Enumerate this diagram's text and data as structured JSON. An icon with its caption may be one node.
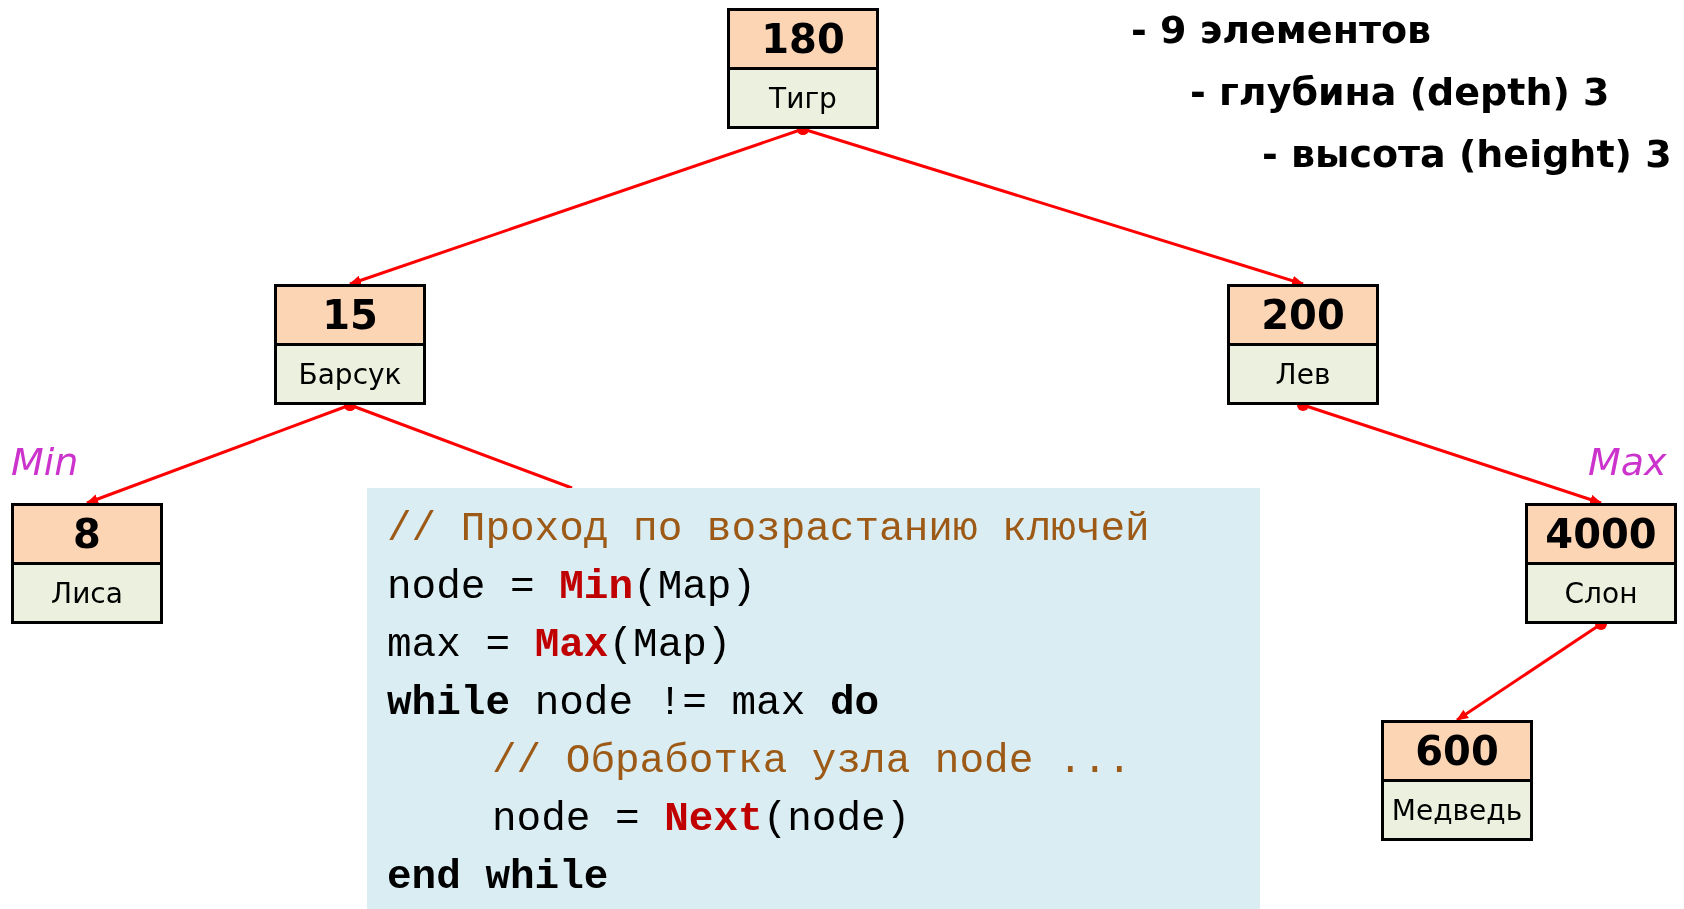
{
  "diagram": {
    "nodes": [
      {
        "text": [
          "180",
          "Тигр"
        ]
      },
      {
        "text": [
          "15",
          "Барсук"
        ]
      },
      {
        "text": [
          "200",
          "Лев"
        ]
      },
      {
        "text": [
          "8",
          "Лиса"
        ],
        "beside": [
          "Min"
        ]
      },
      {
        "text": [
          "4000",
          "Слон"
        ],
        "beside": [
          "Max"
        ]
      },
      {
        "text": [
          "600",
          "Медведь"
        ]
      },
      {
        "text": [
          "// Проход по возрастанию ключей",
          "node = *Min*(Map)",
          "max = *Max*(Map)",
          "**while** node != max **do**",
          "// Обработка узла node ...",
          "node = *Next*(node)",
          "**end while**"
        ]
      }
    ],
    "edges": [
      {
        "from": 0,
        "to": 1,
        "arrow": "to"
      },
      {
        "from": 0,
        "to": 2,
        "arrow": "to"
      },
      {
        "from": 1,
        "to": 3,
        "arrow": "to"
      },
      {
        "from": 1,
        "to": 6,
        "arrow": "other"
      },
      {
        "from": 2,
        "to": 4,
        "arrow": "to"
      },
      {
        "from": 4,
        "to": 5,
        "arrow": "to"
      }
    ],
    "labels": [
      "- 9 элементов",
      "- глубина (depth) 3",
      "- высота (height) 3"
    ]
  }
}
